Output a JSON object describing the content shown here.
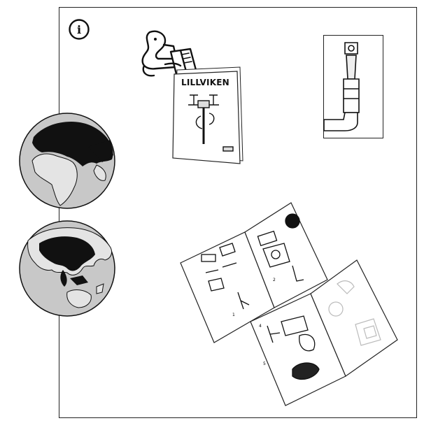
{
  "page": {
    "title": "Information page"
  },
  "info_icon": {
    "name": "info-icon",
    "glyph": "i"
  },
  "manual": {
    "title": "LILLVIKEN"
  },
  "globes": [
    {
      "name": "globe-europe-africa",
      "highlight": "Europe, North Africa and Middle East"
    },
    {
      "name": "globe-asia-oceania",
      "highlight": "Asia"
    }
  ],
  "instruction_spread": {
    "left_page_steps": [
      "1"
    ],
    "right_page_steps": [
      "2"
    ],
    "lower_left_steps": [
      "4",
      "5"
    ]
  },
  "colors": {
    "line": "#111111",
    "land_highlight": "#111111",
    "land": "#d8d8d8",
    "ocean": "#bdbdbd",
    "faded": "#b8b8b8"
  }
}
